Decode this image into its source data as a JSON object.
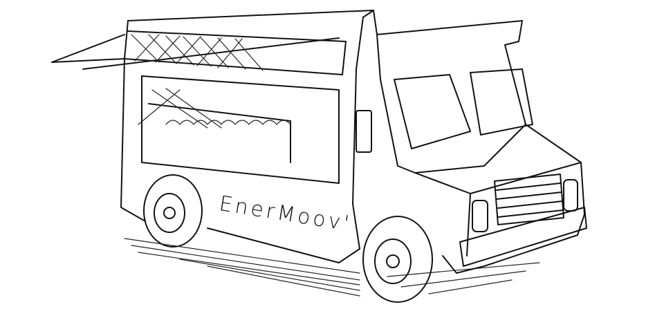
{
  "image": {
    "subject": "food-truck-sketch",
    "description": "Hand-drawn ink sketch of a food truck with an open serving window and awning",
    "truck_label": "EnerMoov'",
    "colors": {
      "ink": "#111111",
      "paper": "#ffffff"
    }
  }
}
